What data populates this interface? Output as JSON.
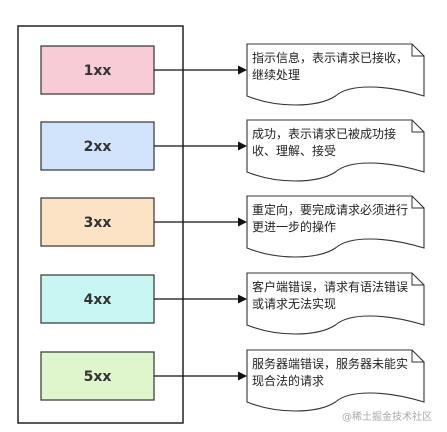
{
  "status_classes": [
    {
      "code": "1xx",
      "color": "#f8ccd6",
      "lines": [
        "指示信息，表示请求已接收，",
        "继续处理"
      ]
    },
    {
      "code": "2xx",
      "color": "#d2e4fb",
      "lines": [
        "成功，表示请求已被成功接",
        "收、理解、接受"
      ]
    },
    {
      "code": "3xx",
      "color": "#fde3c6",
      "lines": [
        "重定向，要完成请求必须进行",
        "更进一步的操作"
      ]
    },
    {
      "code": "4xx",
      "color": "#c8f6f2",
      "lines": [
        "客户端错误，请求有语法错误",
        "或请求无法实现"
      ]
    },
    {
      "code": "5xx",
      "color": "#dff5cc",
      "lines": [
        "服务器端错误，服务器未能实",
        "现合法的请求"
      ]
    }
  ],
  "watermark": "@稀土掘金技术社区"
}
